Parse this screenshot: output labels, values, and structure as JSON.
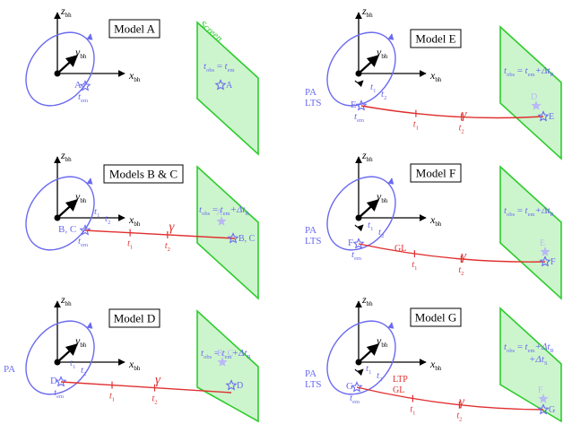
{
  "panels": [
    {
      "id": "a",
      "box_label": "Model A",
      "orbit_labels": [],
      "emit_point_label": "A",
      "has_ray": false,
      "ray_labels": [],
      "screen_label": "Screen",
      "screen_eq": {
        "lhs": "t",
        "lhs_sub": "obs",
        "rhs": "t",
        "rhs_sub": "em",
        "extra": "",
        "extra_sub": "",
        "extra2": "",
        "extra2_sub": ""
      },
      "screen_stars": [
        {
          "label": "A",
          "ghost": false
        }
      ]
    },
    {
      "id": "bc",
      "box_label": "Models B & C",
      "orbit_labels": [],
      "emit_point_label": "B, C",
      "has_ray": true,
      "ray_labels": [],
      "screen_label": "",
      "screen_eq": {
        "lhs": "t",
        "lhs_sub": "obs",
        "rhs": "t",
        "rhs_sub": "em",
        "extra": "+Δt",
        "extra_sub": "R",
        "extra2": "",
        "extra2_sub": ""
      },
      "screen_stars": [
        {
          "label": "A",
          "ghost": true
        },
        {
          "label": "B, C",
          "ghost": false
        }
      ]
    },
    {
      "id": "d",
      "box_label": "Model D",
      "orbit_labels": [
        "PA"
      ],
      "emit_point_label": "D",
      "has_ray": true,
      "ray_labels": [],
      "screen_label": "",
      "screen_eq": {
        "lhs": "t",
        "lhs_sub": "obs",
        "rhs": "t",
        "rhs_sub": "em",
        "extra": "+Δt",
        "extra_sub": "R",
        "extra2": "",
        "extra2_sub": ""
      },
      "screen_stars": [
        {
          "label": "B, C",
          "ghost": true
        },
        {
          "label": "D",
          "ghost": false
        }
      ]
    },
    {
      "id": "e",
      "box_label": "Model E",
      "orbit_labels": [
        "PA",
        "LTS"
      ],
      "emit_point_label": "E",
      "has_ray": true,
      "ray_labels": [],
      "screen_label": "",
      "screen_eq": {
        "lhs": "t",
        "lhs_sub": "obs",
        "rhs": "t",
        "rhs_sub": "em",
        "extra": "+Δt",
        "extra_sub": "R",
        "extra2": "",
        "extra2_sub": ""
      },
      "screen_stars": [
        {
          "label": "D",
          "ghost": true
        },
        {
          "label": "E",
          "ghost": false
        }
      ]
    },
    {
      "id": "f",
      "box_label": "Model F",
      "orbit_labels": [
        "PA",
        "LTS"
      ],
      "emit_point_label": "F",
      "has_ray": true,
      "ray_labels": [
        "GL"
      ],
      "screen_label": "",
      "screen_eq": {
        "lhs": "t",
        "lhs_sub": "obs",
        "rhs": "t",
        "rhs_sub": "em",
        "extra": "+Δt",
        "extra_sub": "R",
        "extra2": "",
        "extra2_sub": ""
      },
      "screen_stars": [
        {
          "label": "E",
          "ghost": true
        },
        {
          "label": "F",
          "ghost": false
        }
      ]
    },
    {
      "id": "g",
      "box_label": "Model G",
      "orbit_labels": [
        "PA",
        "LTS"
      ],
      "emit_point_label": "G",
      "has_ray": true,
      "ray_labels": [
        "LTP",
        "GL"
      ],
      "screen_label": "",
      "screen_eq": {
        "lhs": "t",
        "lhs_sub": "obs",
        "rhs": "t",
        "rhs_sub": "em",
        "extra": "+Δt",
        "extra_sub": "R",
        "extra2": "+Δt",
        "extra2_sub": "S"
      },
      "screen_stars": [
        {
          "label": "F",
          "ghost": true
        },
        {
          "label": "G",
          "ghost": false
        }
      ]
    }
  ],
  "axis": {
    "z": "z",
    "y": "y",
    "x": "x",
    "sub": "bh"
  },
  "time_labels": {
    "t": "t",
    "em_sub": "em",
    "one_sub": "1",
    "two_sub": "2"
  },
  "ray_symbol": "γ",
  "colors": {
    "orbit": "#6a6af0",
    "ray": "#e03030",
    "screen_fill": "#cdf5cd",
    "screen_stroke": "#2ecc2e",
    "ghost": "#b9b9f5"
  }
}
